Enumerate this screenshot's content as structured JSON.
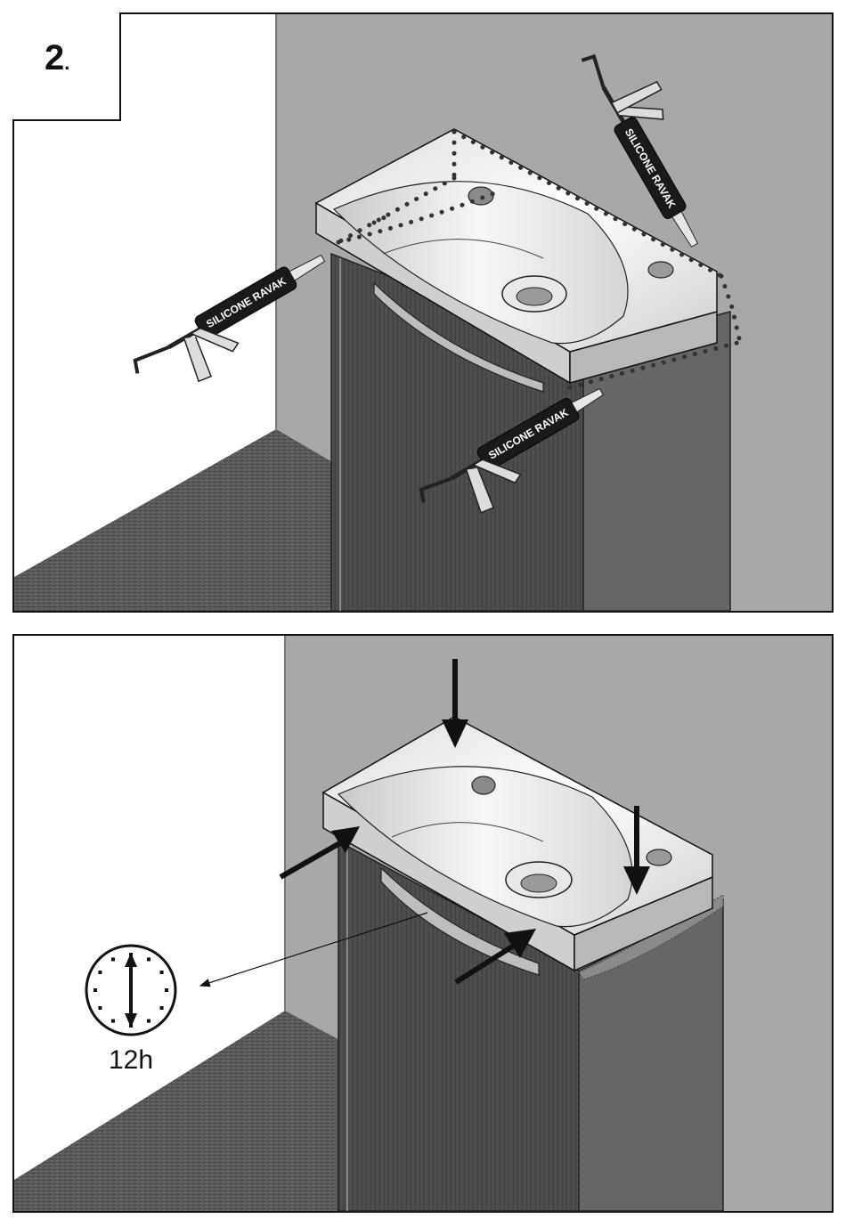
{
  "step": {
    "number": "2",
    "dot": "."
  },
  "panel_top": {
    "gun_labels": [
      "SILICONE RAVAK",
      "SILICONE RAVAK",
      "SILICONE RAVAK"
    ]
  },
  "panel_bottom": {
    "cure_time": "12h",
    "clock_hand_hours": 12
  },
  "colors": {
    "wall": "#a8a8a8",
    "cabinet": "#4a4a4a",
    "floor": "#555555",
    "silicone_dots": "#3a3a3a",
    "gun_body": "#1a1a1a"
  }
}
